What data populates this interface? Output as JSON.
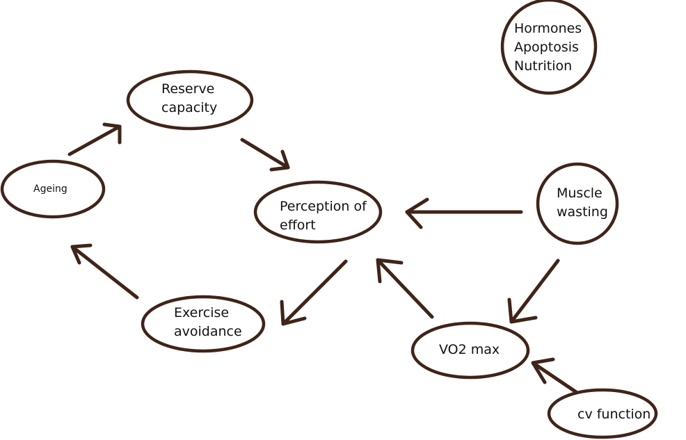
{
  "diagram": {
    "type": "causal-flow",
    "colors": {
      "stroke": "#3f2419",
      "text": "#111111",
      "background": "#ffffff"
    },
    "nodes": [
      {
        "id": "ageing",
        "shape": "ellipse",
        "lines": [
          "Ageing"
        ]
      },
      {
        "id": "reserve",
        "shape": "ellipse",
        "lines": [
          "Reserve",
          "capacity"
        ]
      },
      {
        "id": "perception",
        "shape": "ellipse",
        "lines": [
          "Perception of",
          "effort"
        ]
      },
      {
        "id": "exercise",
        "shape": "ellipse",
        "lines": [
          "Exercise",
          "avoidance"
        ]
      },
      {
        "id": "hormones",
        "shape": "circle",
        "lines": [
          "Hormones",
          "Apoptosis",
          "Nutrition"
        ]
      },
      {
        "id": "muscle",
        "shape": "circle",
        "lines": [
          "Muscle",
          "wasting"
        ]
      },
      {
        "id": "vo2",
        "shape": "ellipse",
        "lines": [
          "VO2 max"
        ]
      },
      {
        "id": "cv",
        "shape": "ellipse",
        "lines": [
          "cv function"
        ]
      }
    ],
    "edges": [
      {
        "from": "ageing",
        "to": "reserve"
      },
      {
        "from": "reserve",
        "to": "perception"
      },
      {
        "from": "perception",
        "to": "exercise"
      },
      {
        "from": "exercise",
        "to": "ageing"
      },
      {
        "from": "muscle",
        "to": "perception"
      },
      {
        "from": "muscle",
        "to": "vo2"
      },
      {
        "from": "vo2",
        "to": "perception"
      },
      {
        "from": "cv",
        "to": "vo2"
      }
    ]
  }
}
